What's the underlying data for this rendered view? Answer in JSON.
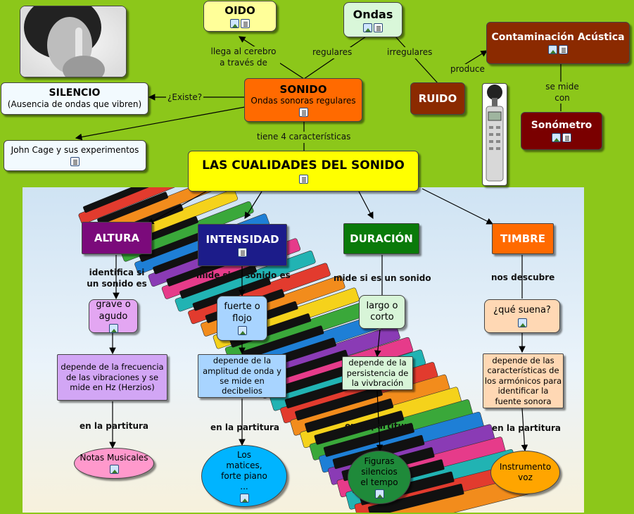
{
  "nodes": {
    "oido": "OIDO",
    "ondas": "Ondas",
    "contaminacion": "Contaminación Acústica",
    "silencio_title": "SILENCIO",
    "silencio_sub": "(Ausencia de ondas que vibren)",
    "sonido_title": "SONIDO",
    "sonido_sub": "Ondas sonoras regulares",
    "ruido": "RUIDO",
    "sonometro": "Sonómetro",
    "john_cage": "John Cage y sus experimentos",
    "cualidades": "LAS CUALIDADES DEL SONIDO",
    "altura": "ALTURA",
    "intensidad": "INTENSIDAD",
    "duracion": "DURACIÓN",
    "timbre": "TIMBRE",
    "grave_agudo": "grave o agudo",
    "fuerte_flojo": "fuerte o flojo",
    "largo_corto": "largo o corto",
    "que_suena": "¿qué suena?",
    "dep_altura": "depende de la frecuencia de las vibraciones y se mide en Hz (Herzios)",
    "dep_intensidad": "depende de la amplitud de onda y se mide en decibelios",
    "dep_duracion": "depende de la persistencia de la vivbración",
    "dep_timbre": "depende de las características de los armónicos para identificar la fuente sonora",
    "notas": "Notas Musicales",
    "matices": "Los matices, forte piano ...",
    "figuras": "Figuras silencios el tempo",
    "instrumento": "Instrumento voz"
  },
  "links": {
    "llega": "llega al cerebro a través de",
    "regulares": "regulares",
    "irregulares": "irregulares",
    "produce": "produce",
    "se_mide_con": "se mide con",
    "existe": "¿Existe?",
    "tiene4": "tiene 4 características",
    "identifica": "identifica si un sonido es",
    "mide_sonido": "mide si el sonido es",
    "mide_es": "mide si es un sonido",
    "descubre": "nos descubre",
    "partitura": "en la partitura"
  },
  "colors": {
    "background": "#8cc71a",
    "sonido": "#ff6a00",
    "ruido": "#8b2a00",
    "contaminacion": "#8b2a00",
    "sonometro": "#7a0000",
    "cualidades": "#ffff00",
    "altura": "#7b0a7b",
    "intensidad": "#1c1c8a",
    "duracion": "#0a7a0a",
    "timbre": "#ff6a00"
  }
}
